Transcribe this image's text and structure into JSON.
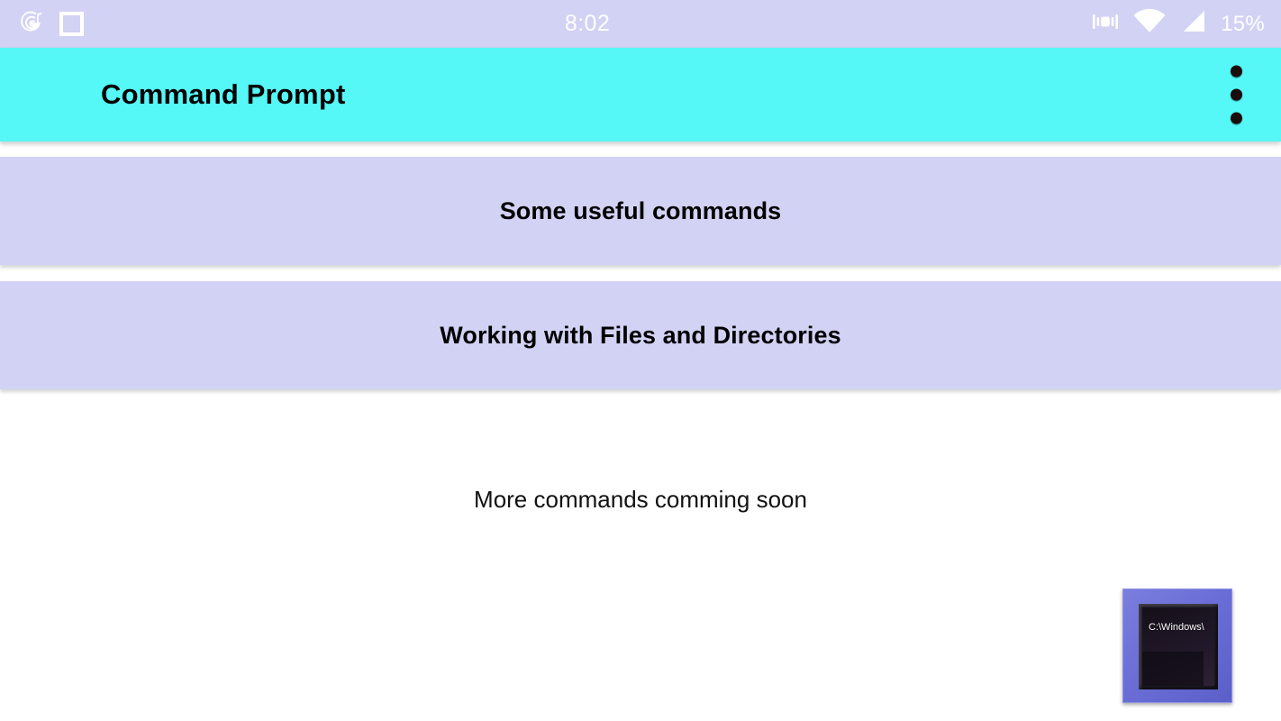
{
  "status_bar": {
    "time": "8:02",
    "battery_label": "15%",
    "background_color": "#d2d2f4",
    "foreground_color": "#ffffff",
    "notification_icons": [
      "music-note-vinyl-icon",
      "square-outline-icon"
    ],
    "system_icons": [
      "vibrate-icon",
      "wifi-icon",
      "cellular-signal-icon"
    ]
  },
  "appbar": {
    "title": "Command Prompt",
    "background_color": "#55f7f7",
    "title_color": "#000000",
    "overflow_menu_icon": "more-vertical-icon"
  },
  "main": {
    "cards": [
      {
        "label": "Some useful commands"
      },
      {
        "label": "Working with Files and Directories"
      }
    ],
    "card_background_color": "#d2d2f4",
    "footer_note": "More commands comming soon"
  },
  "console_icon": {
    "name": "command-prompt-icon",
    "screen_text": "C:\\Windows\\",
    "frame_color": "#6a6ed6",
    "screen_color": "#1d1524"
  }
}
